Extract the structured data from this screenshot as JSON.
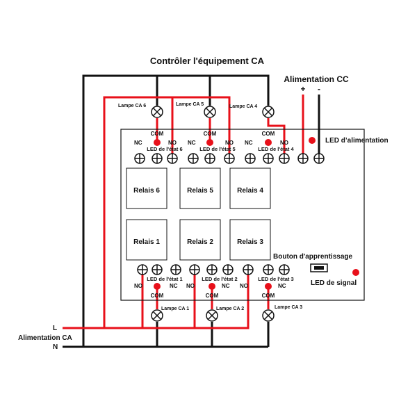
{
  "title": "Contrôler l'équipement CA",
  "power_dc": {
    "label": "Alimentation CC",
    "plus": "+",
    "minus": "-"
  },
  "power_led_label": "LED d’alimentation",
  "learn_button_label": "Bouton d'apprentissage",
  "signal_led_label": "LED de signal",
  "ac_supply": {
    "label": "Alimentation CA",
    "line": "L",
    "neutral": "N"
  },
  "relays": [
    {
      "name": "Relais 6",
      "lamp": "Lampe CA 6",
      "led": "LED de l'état 6",
      "nc": "NC",
      "com": "COM",
      "no": "NO"
    },
    {
      "name": "Relais 5",
      "lamp": "Lampe CA 5",
      "led": "LED de l'état 5",
      "nc": "NC",
      "com": "COM",
      "no": "NO"
    },
    {
      "name": "Relais 4",
      "lamp": "Lampe CA 4",
      "led": "LED de l'état 4",
      "nc": "NC",
      "com": "COM",
      "no": "NO"
    },
    {
      "name": "Relais 1",
      "lamp": "Lampe CA 1",
      "led": "LED de l'état 1",
      "nc": "NC",
      "com": "COM",
      "no": "NO"
    },
    {
      "name": "Relais 2",
      "lamp": "Lampe CA 2",
      "led": "LED de l'état 2",
      "nc": "NC",
      "com": "COM",
      "no": "NO"
    },
    {
      "name": "Relais 3",
      "lamp": "Lampe CA 3",
      "led": "LED de l'état 3",
      "nc": "NC",
      "com": "COM",
      "no": "NO"
    }
  ],
  "colors": {
    "live": "#e8101a",
    "neutral": "#111111",
    "led": "#e8101a"
  }
}
